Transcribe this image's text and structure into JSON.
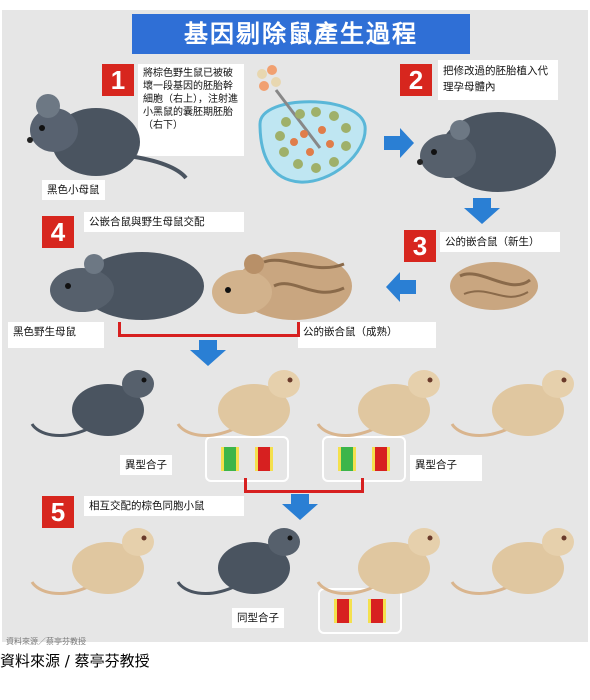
{
  "title": "基因剔除鼠產生過程",
  "steps": [
    {
      "number": "1",
      "text": "將棕色野生鼠已被破壞一段基因的胚胎幹細胞（右上），注射進小黑鼠的囊胚期胚胎（右下）"
    },
    {
      "number": "2",
      "text": "把修改過的胚胎植入代理孕母體內"
    },
    {
      "number": "3",
      "text": "公的嵌合鼠（新生）"
    },
    {
      "number": "4",
      "text": "公嵌合鼠與野生母鼠交配"
    },
    {
      "number": "5",
      "text": "相互交配的棕色同胞小鼠"
    }
  ],
  "labels": {
    "black_mouse": "黑色小母鼠",
    "black_wild_female": "黑色野生母鼠",
    "chimera_adult": "公的嵌合鼠（成熟）",
    "hetero_left": "異型合子",
    "hetero_right": "異型合子",
    "homozygote": "同型合子"
  },
  "watermark": "資料來源／蔡亭芬教授",
  "source": "資料來源 / 蔡亭芬教授",
  "colors": {
    "title_bg": "#2f6fd6",
    "step_number_bg": "#d7261e",
    "arrow": "#2a7fd4",
    "black_mouse": "#4a5460",
    "brown_mouse": "#e0c7a0",
    "gene_green": "#3cb54a",
    "gene_red": "#d72020",
    "gene_yellow": "#f4e04d"
  }
}
